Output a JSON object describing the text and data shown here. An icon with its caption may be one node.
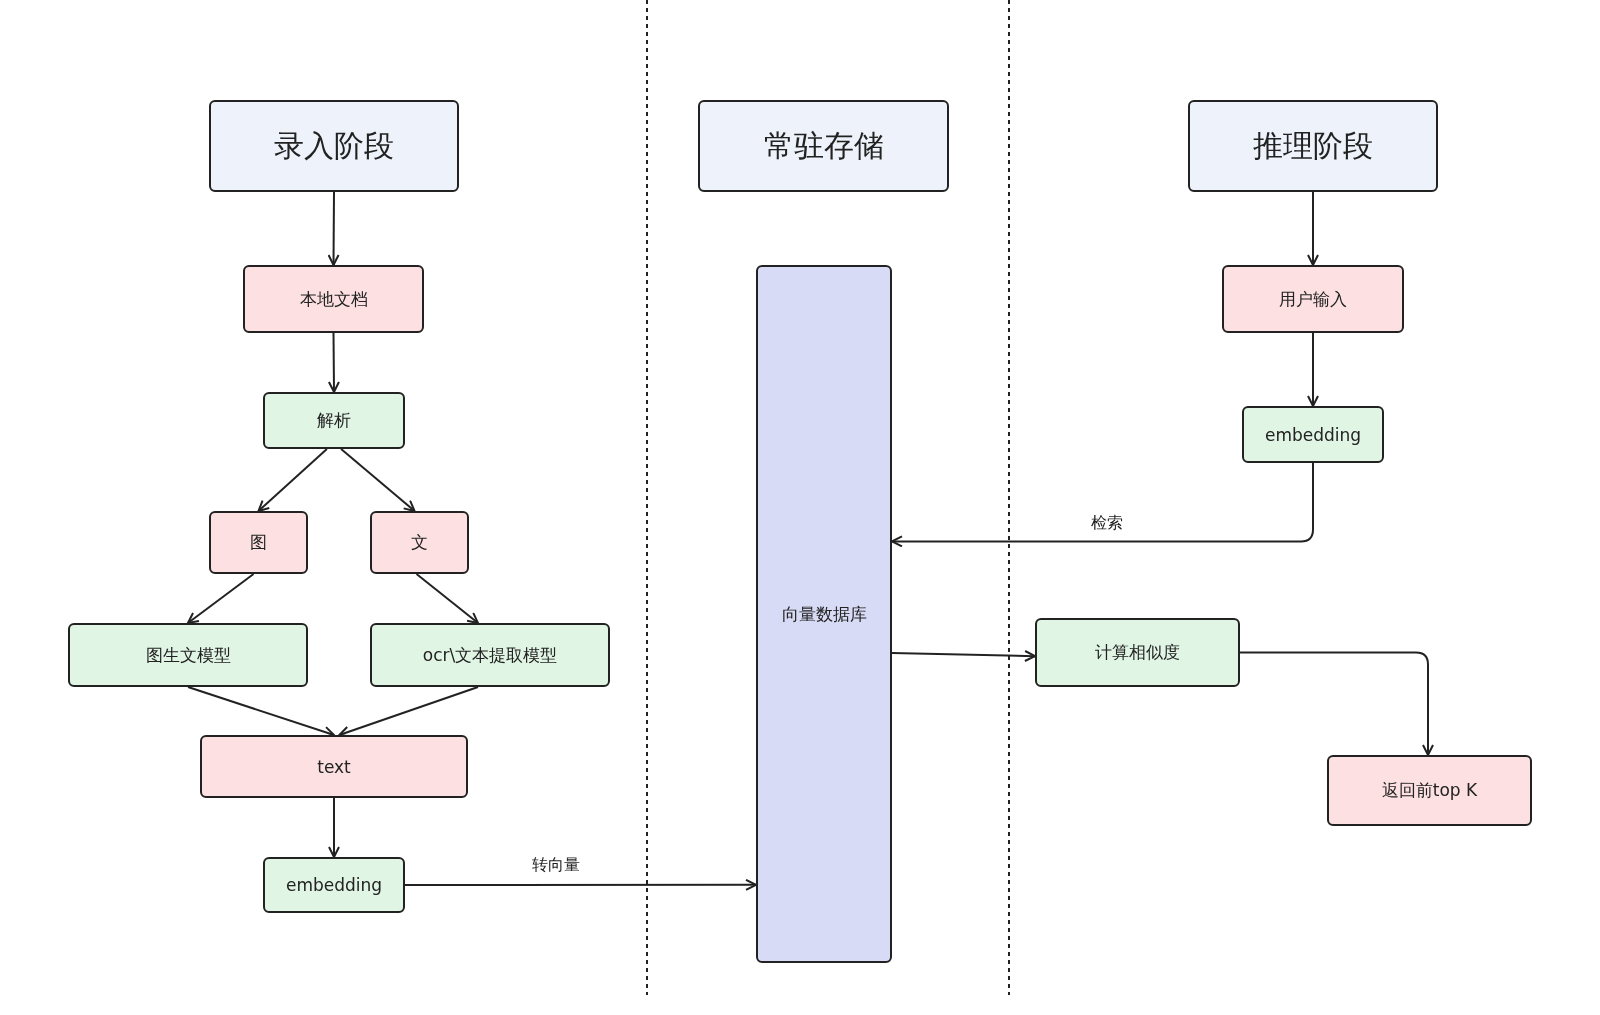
{
  "diagram": {
    "nodes": [
      {
        "text": [
          "录入阶段"
        ]
      },
      {
        "text": [
          "常驻存储"
        ]
      },
      {
        "text": [
          "推理阶段"
        ]
      },
      {
        "text": [
          "本地文档"
        ]
      },
      {
        "text": [
          "解析"
        ]
      },
      {
        "text": [
          "图"
        ]
      },
      {
        "text": [
          "文"
        ]
      },
      {
        "text": [
          "图生文模型"
        ]
      },
      {
        "text": [
          "ocr\\文本提取模型"
        ]
      },
      {
        "text": [
          "text"
        ]
      },
      {
        "text": [
          "embedding"
        ]
      },
      {
        "text": [
          "向量数据库"
        ]
      },
      {
        "text": [
          "用户输入"
        ]
      },
      {
        "text": [
          "embedding"
        ]
      },
      {
        "text": [
          "计算相似度"
        ]
      },
      {
        "text": [
          "返回前top K"
        ]
      }
    ],
    "edges": [
      {
        "from": 0,
        "to": 3,
        "arrow": "to"
      },
      {
        "from": 3,
        "to": 4,
        "arrow": "to"
      },
      {
        "from": 4,
        "to": 5,
        "arrow": "to"
      },
      {
        "from": 4,
        "to": 6,
        "arrow": "to"
      },
      {
        "from": 5,
        "to": 7,
        "arrow": "to"
      },
      {
        "from": 6,
        "to": 8,
        "arrow": "to"
      },
      {
        "from": 7,
        "to": 9,
        "arrow": "to"
      },
      {
        "from": 8,
        "to": 9,
        "arrow": "to"
      },
      {
        "from": 9,
        "to": 10,
        "arrow": "to"
      },
      {
        "from": 10,
        "to": 11,
        "arrow": "to",
        "label": "转向量"
      },
      {
        "from": 2,
        "to": 12,
        "arrow": "to"
      },
      {
        "from": 12,
        "to": 13,
        "arrow": "to"
      },
      {
        "from": 13,
        "to": 11,
        "arrow": "to",
        "label": "检索"
      },
      {
        "from": 11,
        "to": 14,
        "arrow": "to"
      },
      {
        "from": 14,
        "to": 15,
        "arrow": "to"
      }
    ]
  }
}
